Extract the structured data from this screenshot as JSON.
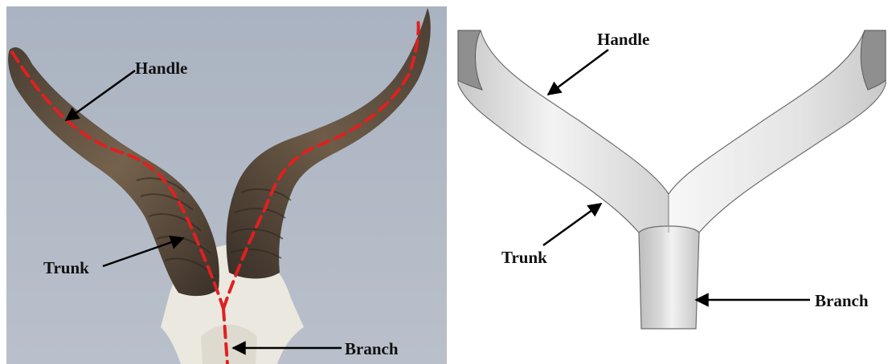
{
  "colors": {
    "photo_background": "#a9b2c0",
    "horn_dark": "#3d3329",
    "horn_mid": "#6b5a47",
    "skull": "#ece9e1",
    "dashed_centerline": "#e02020",
    "arrow": "#000000",
    "model_surface_light": "#f4f4f4",
    "model_surface_mid": "#cfcfcf",
    "model_edge": "#6e6e6e",
    "end_cap": "#8f8f8f"
  },
  "left_panel": {
    "kind": "photograph of animal horns with dashed centerline",
    "labels": {
      "handle": "Handle",
      "trunk": "Trunk",
      "branch": "Branch"
    }
  },
  "right_panel": {
    "kind": "3D rendered Y-shaped tube model",
    "labels": {
      "handle": "Handle",
      "trunk": "Trunk",
      "branch": "Branch"
    }
  }
}
